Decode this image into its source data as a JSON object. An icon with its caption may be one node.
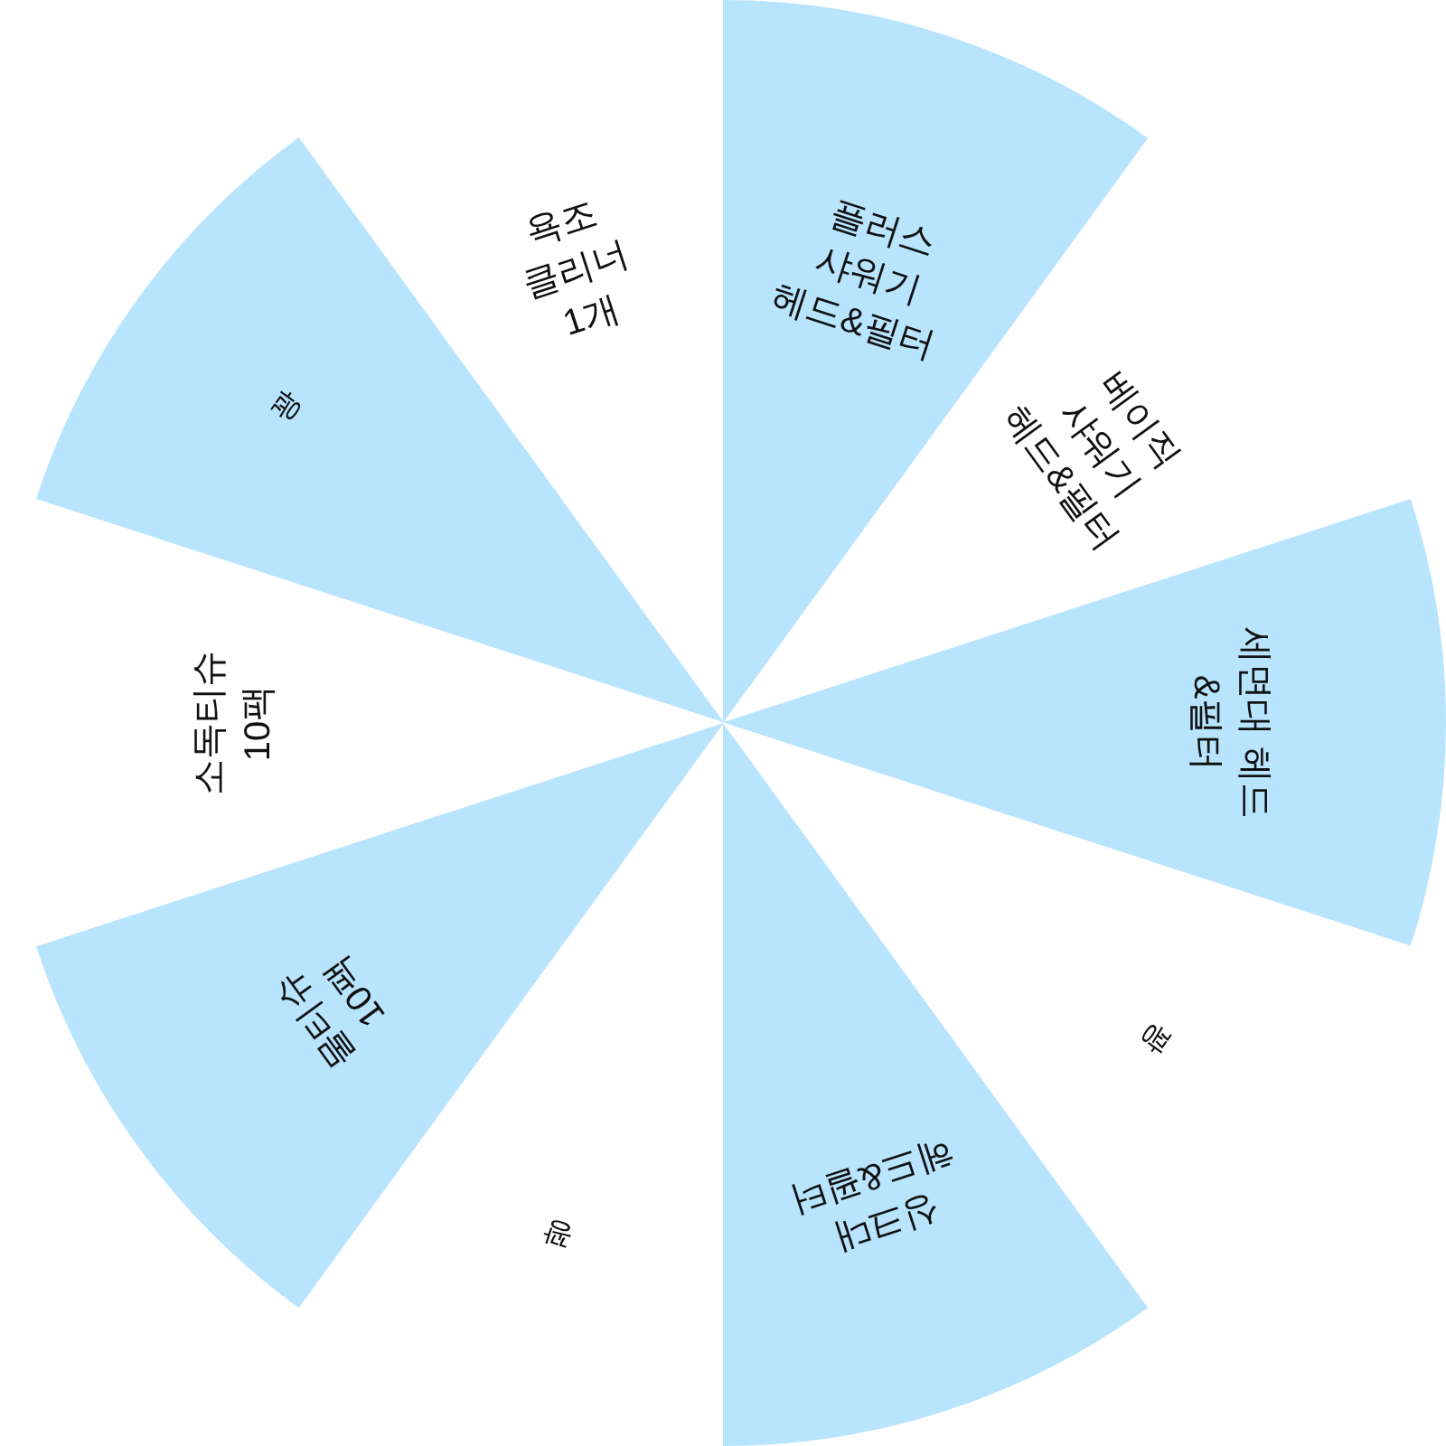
{
  "diagram": {
    "nodes": [
      {
        "text": [
          "플러스 샤워기 헤드&필터"
        ]
      },
      {
        "text": [
          "베이직 샤워기 헤드&필터"
        ]
      },
      {
        "text": [
          "세면대 헤드 &필터"
        ]
      },
      {
        "text": [
          "꽝"
        ]
      },
      {
        "text": [
          "싱크대 헤드&필터"
        ]
      },
      {
        "text": [
          "꽝"
        ]
      },
      {
        "text": [
          "물티슈 10팩"
        ]
      },
      {
        "text": [
          "소독티슈 10팩"
        ]
      },
      {
        "text": [
          "꽝"
        ]
      },
      {
        "text": [
          "욕조 클리너 1개"
        ]
      }
    ]
  }
}
